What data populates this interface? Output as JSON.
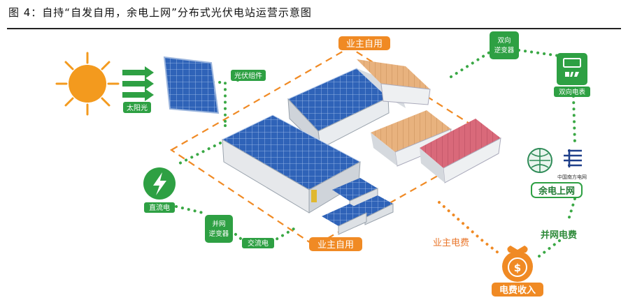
{
  "figure": {
    "title": "图 4：自持“自发自用，余电上网”分布式光伏电站运营示意图"
  },
  "labels": {
    "sun": "太阳光",
    "pv_module": "光伏组件",
    "dc": "直流电",
    "inverter_line1": "并网",
    "inverter_line2": "逆变器",
    "ac": "交流电",
    "owner_self_use_top": "业主自用",
    "owner_self_use_bottom": "业主自用",
    "bi_inverter_line1": "双向",
    "bi_inverter_line2": "逆变器",
    "bi_meter": "双向电表",
    "grid_company": "中国南方电网",
    "surplus_to_grid": "余电上网",
    "owner_fee": "业主电费",
    "grid_fee": "并网电费",
    "income": "电费收入"
  },
  "colors": {
    "green": "#2ea043",
    "green_dark": "#1f7a32",
    "orange": "#f08a24",
    "orange_text": "#e9762b",
    "sun": "#f39a1e",
    "panel": "#2b5fb4",
    "roof_orange": "#e8b27e",
    "roof_pink": "#d9697a"
  },
  "icons": {
    "sun": "sun-icon",
    "dc": "lightning-icon",
    "meter": "meter-icon",
    "grid": "grid-logo-icon",
    "income": "money-bag-icon"
  }
}
